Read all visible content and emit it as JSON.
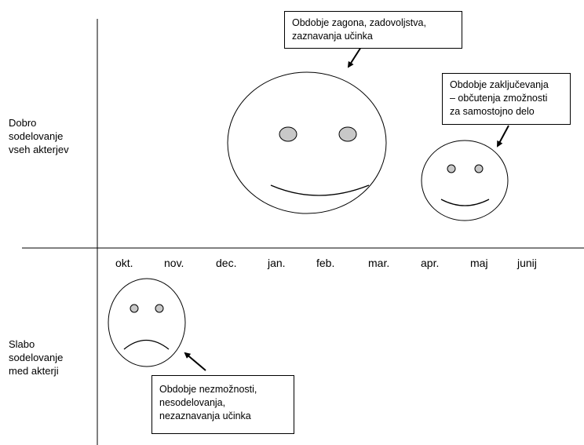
{
  "y_labels": {
    "good": [
      "Dobro",
      "sodelovanje",
      "vseh akterjev"
    ],
    "poor": [
      "Slabo",
      "sodelovanje",
      "med akterji"
    ]
  },
  "months": [
    "okt.",
    "nov.",
    "dec.",
    "jan.",
    "feb.",
    "mar.",
    "apr.",
    "maj",
    "junij"
  ],
  "callouts": {
    "start": [
      "Obdobje zagona, zadovoljstva,",
      "zaznavanja učinka"
    ],
    "closing": [
      "Obdobje zaključevanja",
      "– občutenja zmožnosti",
      "za samostojno delo"
    ],
    "low": [
      "Obdobje nezmožnosti,",
      "nesodelovanja,",
      "nezaznavanja učinka"
    ]
  },
  "colors": {
    "eye_fill": "#c8c8c8",
    "line": "#000000"
  }
}
